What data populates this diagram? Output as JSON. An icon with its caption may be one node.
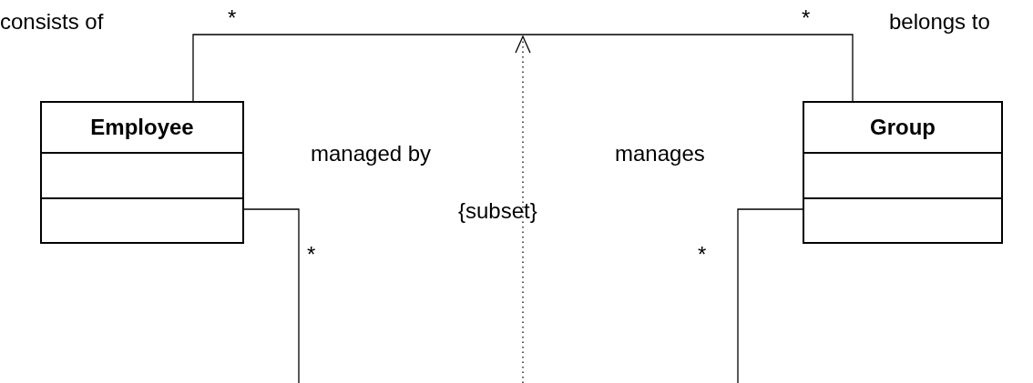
{
  "diagram": {
    "nodes": [
      {
        "text": [
          "Employee"
        ]
      },
      {
        "text": [
          "Group"
        ]
      }
    ],
    "edges": [
      {
        "from": 0,
        "to": 1,
        "arrow": "none"
      },
      {
        "from": 0,
        "to": null,
        "arrow": "none"
      },
      {
        "from": 1,
        "to": null,
        "arrow": "none"
      }
    ],
    "labels": [
      "consists of",
      "*",
      "*",
      "belongs to",
      "managed by",
      "manages",
      "{subset}",
      "*",
      "*"
    ]
  }
}
